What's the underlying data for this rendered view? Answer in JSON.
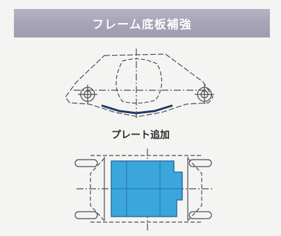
{
  "header": {
    "title": "フレーム底板補強"
  },
  "caption": {
    "text": "プレート追加"
  },
  "colors": {
    "header_bg": "#a9a7ba",
    "line": "#4a4a52",
    "plate_fill": "#3aa6dc",
    "plate_stroke": "#2b6f9e",
    "background": "#f4f4f2"
  },
  "diagrams": {
    "top": "frame-before",
    "bottom": "frame-with-plate"
  }
}
